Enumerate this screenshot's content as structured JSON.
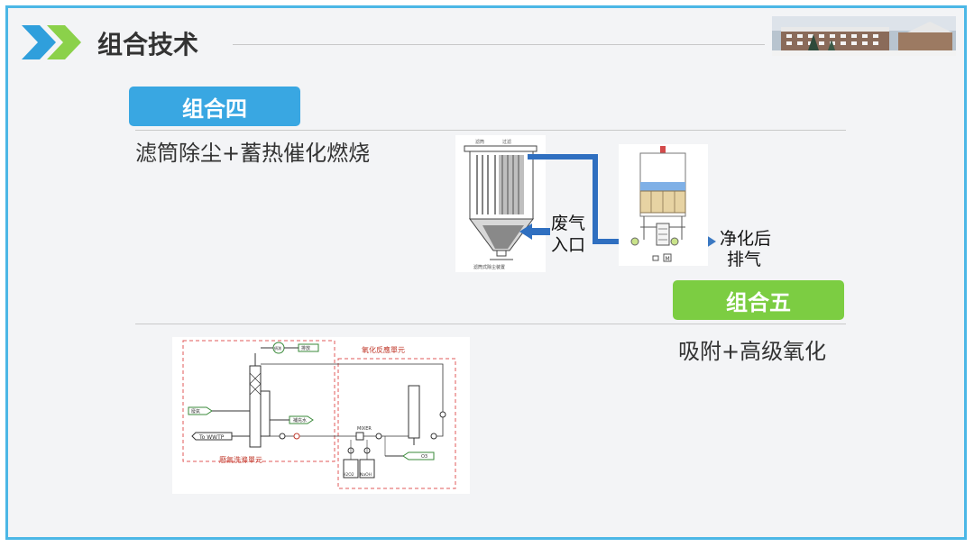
{
  "header": {
    "title": "组合技术"
  },
  "section_four": {
    "badge": "组合四",
    "description": "滤筒除尘+蓄热催化燃烧",
    "inlet_label_line1": "废气",
    "inlet_label_line2": "入口",
    "outlet_label_line1": "净化后",
    "outlet_label_line2": "排气",
    "left_unit_top_label_1": "滤筒",
    "left_unit_top_label_2": "过滤",
    "left_unit_caption": "滤筒式除尘装置",
    "motor_label": "M"
  },
  "section_five": {
    "badge": "组合五",
    "description": "吸附+高级氧化",
    "scrubber_unit_label": "廢氣洗滌單元",
    "oxidation_unit_label": "氧化反應單元",
    "mixer_label": "MIXER",
    "to_wwtp_label": "To WWTP",
    "o3_label": "O3",
    "chemical_left_label": "H2O2",
    "chemical_right_label": "NaOH",
    "stream_left_label": "廢氣",
    "stream_mid_label": "補充水",
    "top_box_label": "排放",
    "top_circle_label": "偵測"
  },
  "colors": {
    "frame": "#4bb7e6",
    "badge_blue": "#39a7e2",
    "badge_green": "#7ccd42",
    "flow_arrow": "#2f6fc0"
  }
}
